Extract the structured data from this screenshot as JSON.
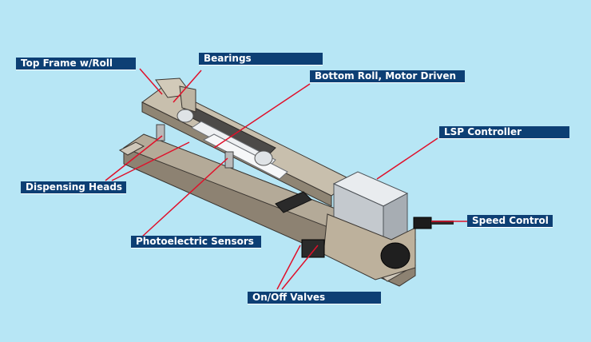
{
  "diagram": {
    "labels": {
      "top_frame": "Top Frame w/Roll",
      "bearings": "Bearings",
      "bottom_roll": "Bottom Roll, Motor Driven",
      "lsp_controller": "LSP Controller",
      "dispensing_heads": "Dispensing Heads",
      "speed_control": "Speed Control",
      "photoelectric_sensors": "Photoelectric Sensors",
      "on_off_valves": "On/Off Valves"
    },
    "colors": {
      "background": "#b7e6f5",
      "label_bg": "#0d3f74",
      "label_text": "#ffffff",
      "leader_line": "#e0102a"
    }
  }
}
